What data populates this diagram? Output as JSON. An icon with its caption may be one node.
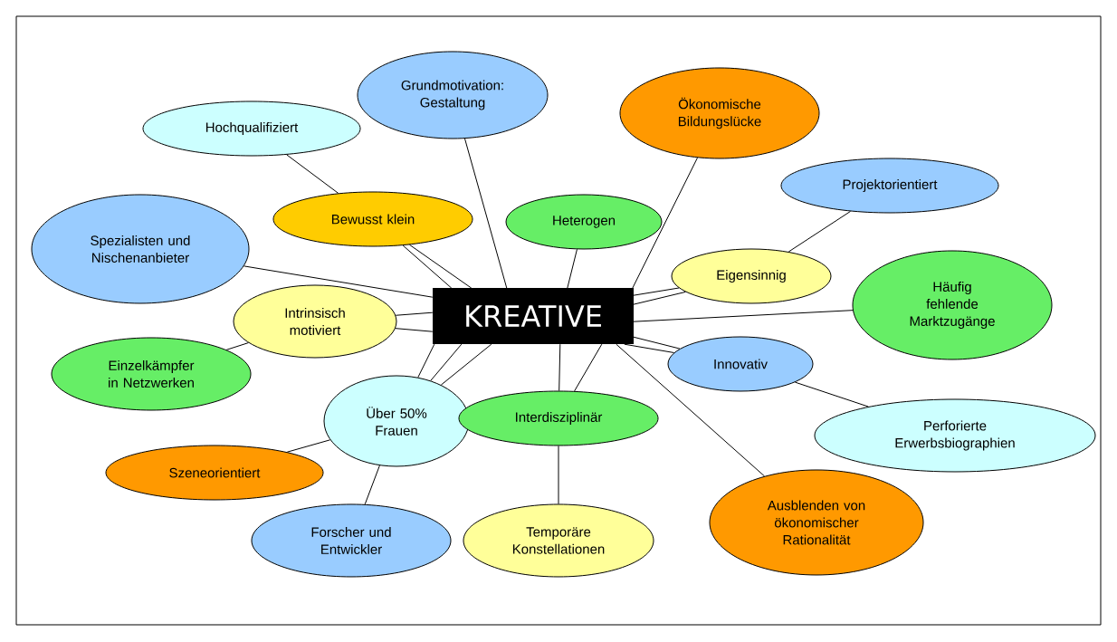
{
  "diagram": {
    "nodes": [
      {
        "text": [
          "KREATIVE"
        ]
      },
      {
        "text": [
          "Grundmotivation: Gestaltung"
        ]
      },
      {
        "text": [
          "Ökonomische Bildungslücke"
        ]
      },
      {
        "text": [
          "Hochqualifiziert"
        ]
      },
      {
        "text": [
          "Projektorientiert"
        ]
      },
      {
        "text": [
          "Bewusst klein"
        ]
      },
      {
        "text": [
          "Heterogen"
        ]
      },
      {
        "text": [
          "Spezialisten und Nischenanbieter"
        ]
      },
      {
        "text": [
          "Eigensinnig"
        ]
      },
      {
        "text": [
          "Häufig fehlende Marktzugänge"
        ]
      },
      {
        "text": [
          "Intrinsisch motiviert"
        ]
      },
      {
        "text": [
          "Einzelkämpfer in Netzwerken"
        ]
      },
      {
        "text": [
          "Innovativ"
        ]
      },
      {
        "text": [
          "Über 50% Frauen"
        ]
      },
      {
        "text": [
          "Interdisziplinär"
        ]
      },
      {
        "text": [
          "Perforierte Erwerbsbiographien"
        ]
      },
      {
        "text": [
          "Szeneorientiert"
        ]
      },
      {
        "text": [
          "Ausblenden von ökonomischer Rationalität"
        ]
      },
      {
        "text": [
          "Forscher und Entwickler"
        ]
      },
      {
        "text": [
          "Temporäre Konstellationen"
        ]
      }
    ],
    "edges": [
      {
        "from": 1,
        "to": 0,
        "arrow": "none"
      },
      {
        "from": 2,
        "to": 0,
        "arrow": "none"
      },
      {
        "from": 3,
        "to": 5,
        "arrow": "none"
      },
      {
        "from": 4,
        "to": 8,
        "arrow": "none"
      },
      {
        "from": 5,
        "to": 0,
        "arrow": "none"
      },
      {
        "from": 5,
        "to": 0,
        "arrow": "none"
      },
      {
        "from": 6,
        "to": 0,
        "arrow": "none"
      },
      {
        "from": 7,
        "to": 0,
        "arrow": "none"
      },
      {
        "from": 8,
        "to": 0,
        "arrow": "none"
      },
      {
        "from": 8,
        "to": 0,
        "arrow": "none"
      },
      {
        "from": 9,
        "to": 0,
        "arrow": "none"
      },
      {
        "from": 10,
        "to": 0,
        "arrow": "none"
      },
      {
        "from": 10,
        "to": 0,
        "arrow": "none"
      },
      {
        "from": 11,
        "to": 10,
        "arrow": "none"
      },
      {
        "from": 12,
        "to": 0,
        "arrow": "none"
      },
      {
        "from": 12,
        "to": 0,
        "arrow": "none"
      },
      {
        "from": 13,
        "to": 0,
        "arrow": "none"
      },
      {
        "from": 13,
        "to": 0,
        "arrow": "none"
      },
      {
        "from": 13,
        "to": 0,
        "arrow": "none"
      },
      {
        "from": 14,
        "to": 0,
        "arrow": "none"
      },
      {
        "from": 14,
        "to": 0,
        "arrow": "none"
      },
      {
        "from": 15,
        "to": 12,
        "arrow": "none"
      },
      {
        "from": 16,
        "to": 13,
        "arrow": "none"
      },
      {
        "from": 17,
        "to": 0,
        "arrow": "none"
      },
      {
        "from": 18,
        "to": 13,
        "arrow": "none"
      },
      {
        "from": 19,
        "to": 14,
        "arrow": "none"
      }
    ]
  }
}
